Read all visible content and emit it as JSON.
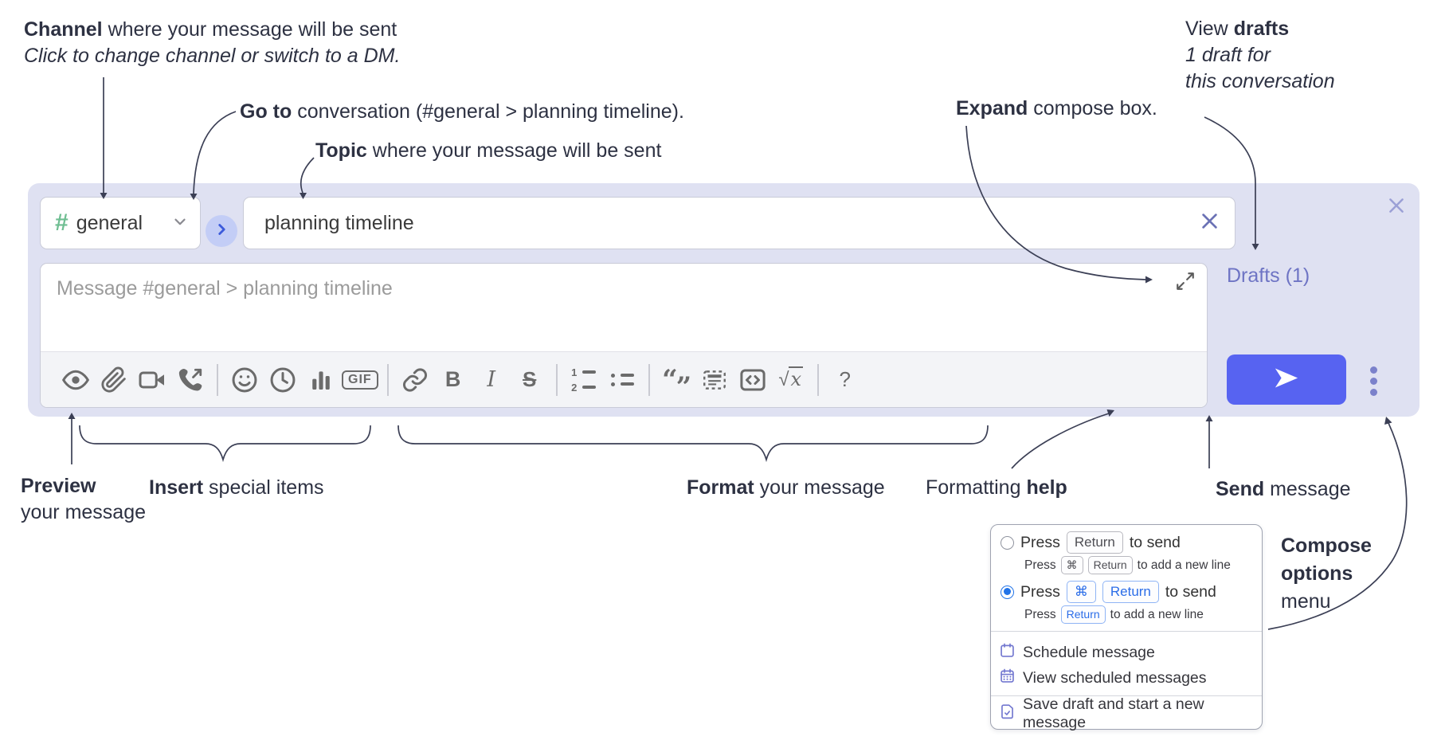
{
  "annotations": {
    "channel": {
      "bold": "Channel",
      "rest": " where your message will be sent",
      "note": "Click to change channel or switch to a DM."
    },
    "goto": {
      "bold": "Go to",
      "rest": " conversation (#general > planning timeline)."
    },
    "topic": {
      "bold": "Topic",
      "rest": " where your message will be sent"
    },
    "expand": {
      "bold": "Expand",
      "rest": " compose box."
    },
    "view_drafts": {
      "pre": "View ",
      "bold": "drafts",
      "note_line1": "1 draft for",
      "note_line2": "this conversation"
    },
    "preview": {
      "bold": "Preview",
      "line2": "your message"
    },
    "insert": {
      "bold": "Insert",
      "rest": " special items"
    },
    "format": {
      "bold": "Format",
      "rest": " your message"
    },
    "formatting_help": {
      "pre": "Formatting ",
      "bold": "help"
    },
    "send": {
      "bold": "Send",
      "rest": " message"
    },
    "compose_options": {
      "line1": "Compose",
      "line2": "options",
      "line3": "menu"
    }
  },
  "compose": {
    "channel": {
      "hash": "#",
      "name": "general"
    },
    "topic": {
      "value": "planning timeline"
    },
    "message": {
      "placeholder": "Message #general > planning timeline"
    },
    "drafts_link": "Drafts (1)",
    "toolbar": {
      "gif": "GIF",
      "bold": "B",
      "italic": "I",
      "strike": "S",
      "list_num_1": "1",
      "list_num_2": "2",
      "quote_open": "“",
      "quote_close": "”",
      "math_root": "√",
      "math_x": "x",
      "help": "?"
    }
  },
  "popup": {
    "option_return": {
      "press": "Press",
      "kbd_return": "Return",
      "to_send": "to send",
      "sub_press": "Press",
      "sub_kbd_cmd": "⌘",
      "sub_kbd_return": "Return",
      "sub_rest": "to add a new line"
    },
    "option_cmd_return": {
      "press": "Press",
      "kbd_cmd": "⌘",
      "kbd_return": "Return",
      "to_send": "to send",
      "sub_press": "Press",
      "sub_kbd_return": "Return",
      "sub_rest": "to add a new line"
    },
    "items": [
      {
        "label": "Schedule message"
      },
      {
        "label": "View scheduled messages"
      },
      {
        "label": "Save draft and start a new message"
      }
    ]
  },
  "colors": {
    "accent_send": "#5763f1",
    "compose_bg": "#dfe1f2",
    "drafts_link": "#6e74c4",
    "hash_green": "#6fbe92",
    "kbd_blue": "#2b6de8",
    "radio_selected": "#2173e8",
    "menu_icon_purple": "#7378d0",
    "annotation_text": "#2d3142"
  }
}
